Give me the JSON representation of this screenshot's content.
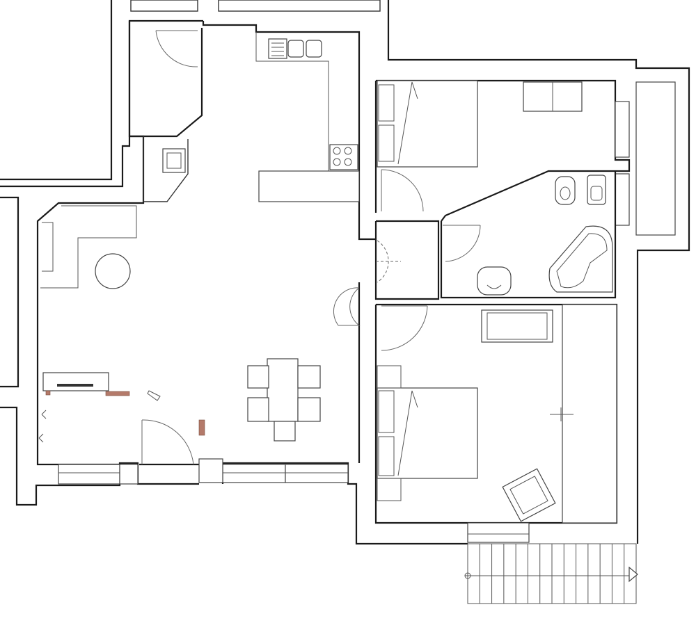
{
  "floor_plan": {
    "labels": [],
    "colors": {
      "wall": "#1a1a1a",
      "fixture": "#444444",
      "door_swing": "#666666",
      "accent": "#b47a6a"
    },
    "rooms": [
      "living-dining",
      "kitchen",
      "closet",
      "bedroom-top",
      "bathroom",
      "bedroom-bottom",
      "balcony",
      "exterior-stairs"
    ]
  }
}
